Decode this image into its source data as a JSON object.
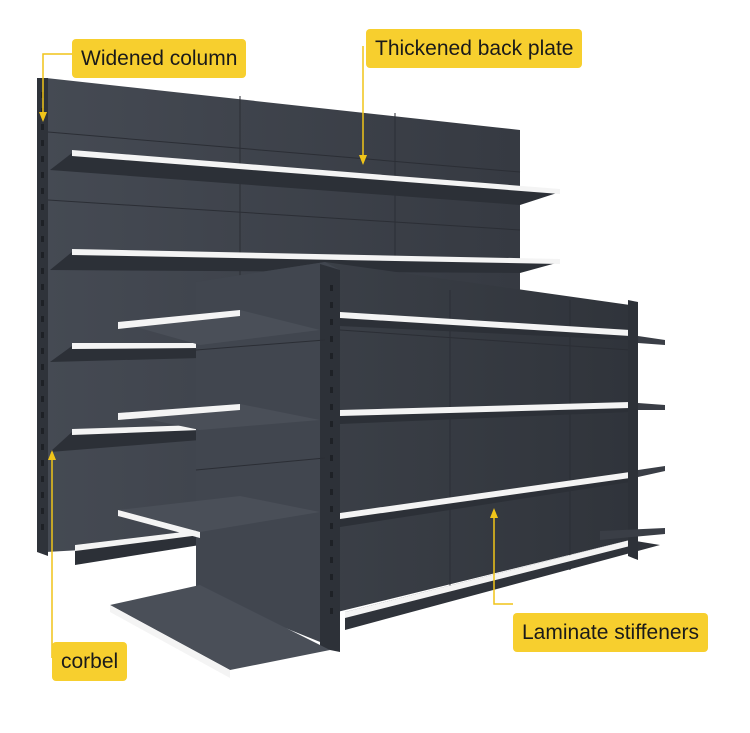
{
  "image": {
    "subject": "supermarket gondola shelving units",
    "colors": {
      "background": "#ffffff",
      "shelf_metal": "#3b3f47",
      "shelf_edge": "#f4f4f4",
      "callout_fill": "#f7cf2e",
      "callout_text": "#1a1a1a",
      "leader_line": "#f0c419"
    }
  },
  "callouts": {
    "widened_column": "Widened column",
    "thickened_back_plate": "Thickened back plate",
    "corbel": "corbel",
    "laminate_stiffeners": "Laminate stiffeners"
  }
}
